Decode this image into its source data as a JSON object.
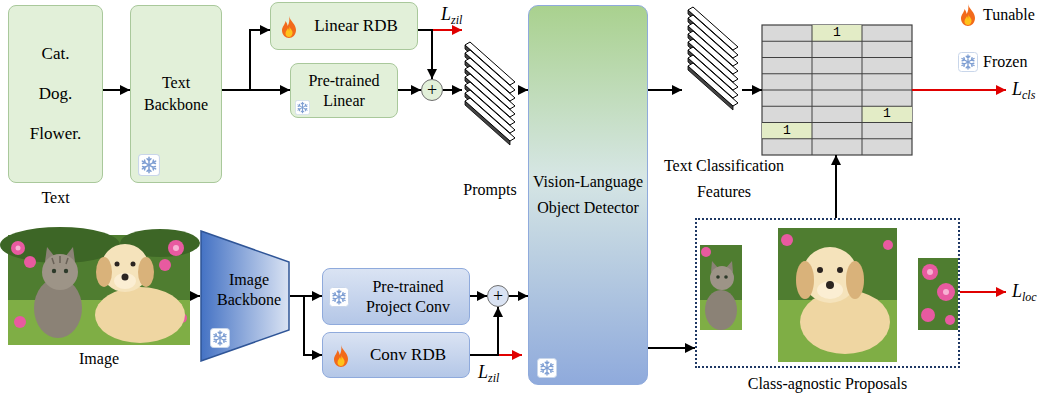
{
  "diagram": {
    "nodes": [
      {
        "text": [
          "Cat. Dog. Flower.",
          "Text"
        ]
      },
      {
        "text": [
          "Text Backbone"
        ]
      },
      {
        "text": [
          "Linear RDB"
        ]
      },
      {
        "text": [
          "Pre-trained Linear"
        ]
      },
      {
        "text": [
          "+"
        ]
      },
      {
        "text": [
          "Prompts"
        ]
      },
      {
        "text": [
          "Vision-Language Object Detector"
        ]
      },
      {
        "text": [
          "Text Classification Features"
        ]
      },
      {
        "text": [
          "1",
          "1",
          "1"
        ]
      },
      {
        "text": [
          "Image"
        ]
      },
      {
        "text": [
          "Image Backbone"
        ]
      },
      {
        "text": [
          "Pre-trained Project Conv"
        ]
      },
      {
        "text": [
          "Conv RDB"
        ]
      },
      {
        "text": [
          "+"
        ]
      },
      {
        "text": [
          "Class-agnostic Proposals"
        ]
      }
    ],
    "edges": [
      {
        "from": 0,
        "to": 1,
        "arrow": "to"
      },
      {
        "from": 1,
        "to": 2,
        "arrow": "to"
      },
      {
        "from": 1,
        "to": 3,
        "arrow": "to"
      },
      {
        "from": 2,
        "to": 4,
        "arrow": "to"
      },
      {
        "from": 3,
        "to": 4,
        "arrow": "to"
      },
      {
        "from": 4,
        "to": 5,
        "arrow": "to"
      },
      {
        "from": 5,
        "to": 6,
        "arrow": "to"
      },
      {
        "from": 6,
        "to": 7,
        "arrow": "to"
      },
      {
        "from": 7,
        "to": 8,
        "arrow": "to"
      },
      {
        "from": 9,
        "to": 10,
        "arrow": "to"
      },
      {
        "from": 10,
        "to": 11,
        "arrow": "to"
      },
      {
        "from": 10,
        "to": 12,
        "arrow": "to"
      },
      {
        "from": 11,
        "to": 13,
        "arrow": "to"
      },
      {
        "from": 12,
        "to": 13,
        "arrow": "to"
      },
      {
        "from": 13,
        "to": 6,
        "arrow": "to"
      },
      {
        "from": 6,
        "to": 14,
        "arrow": "to"
      },
      {
        "from": 14,
        "to": 8,
        "arrow": "to"
      }
    ],
    "labels": [
      "Lzil",
      "Lcls",
      "Lloc",
      "Lzil"
    ],
    "legend": [
      {
        "text": "Tunable"
      },
      {
        "text": "Frozen"
      }
    ]
  }
}
